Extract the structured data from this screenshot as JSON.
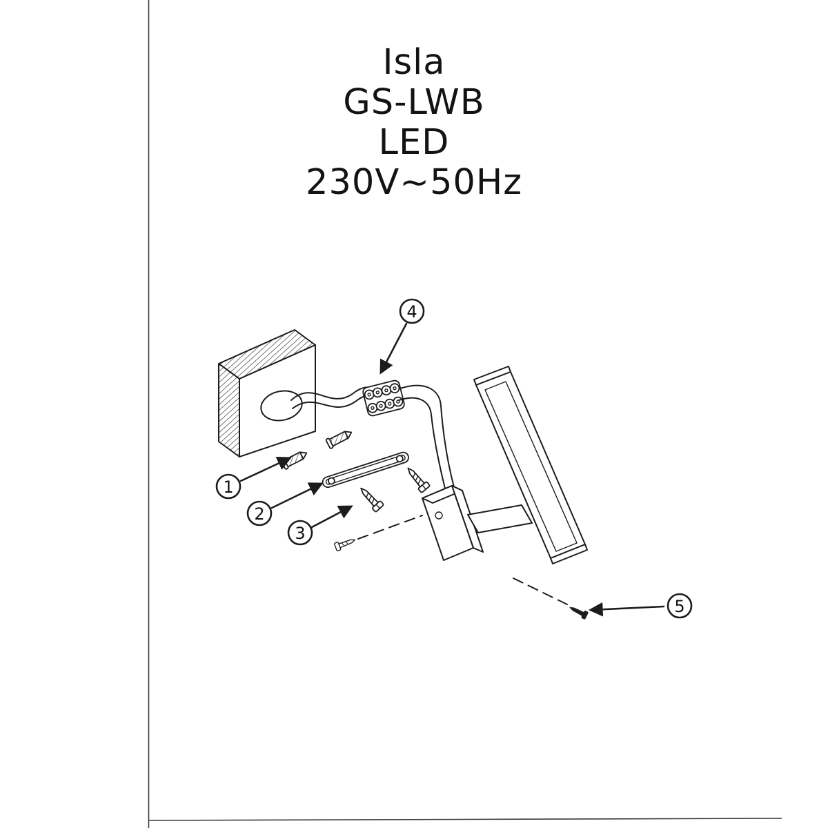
{
  "title": {
    "lines": [
      "Isla",
      "GS-LWB",
      "LED",
      "230V~50Hz"
    ]
  },
  "callouts": [
    {
      "label": "1"
    },
    {
      "label": "2"
    },
    {
      "label": "3"
    },
    {
      "label": "4"
    },
    {
      "label": "5"
    }
  ]
}
